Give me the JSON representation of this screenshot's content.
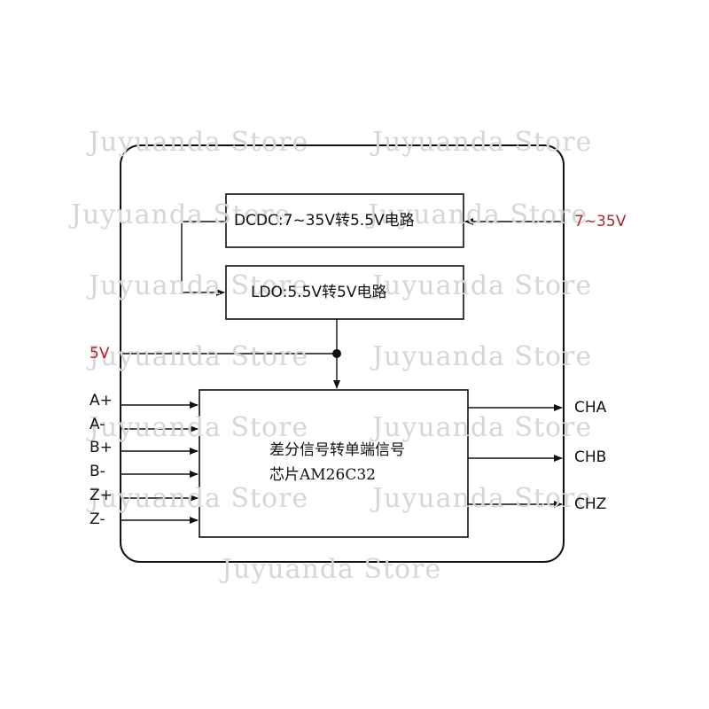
{
  "colors": {
    "line": "#111111",
    "power_label": "#b0242a",
    "watermark": "#d6d6d6"
  },
  "dcdc_block": {
    "label": "DCDC:7~35V转5.5V电路"
  },
  "ldo_block": {
    "label": "LDO:5.5V转5V电路"
  },
  "chip_block": {
    "line1": "差分信号转单端信号",
    "line2": "芯片AM26C32"
  },
  "power_input": "7~35V",
  "rail_label": "5V",
  "inputs": [
    "A+",
    "A-",
    "B+",
    "B-",
    "Z+",
    "Z-"
  ],
  "outputs": [
    "CHA",
    "CHB",
    "CHZ"
  ],
  "watermark": {
    "text": "Juyuanda Store"
  }
}
